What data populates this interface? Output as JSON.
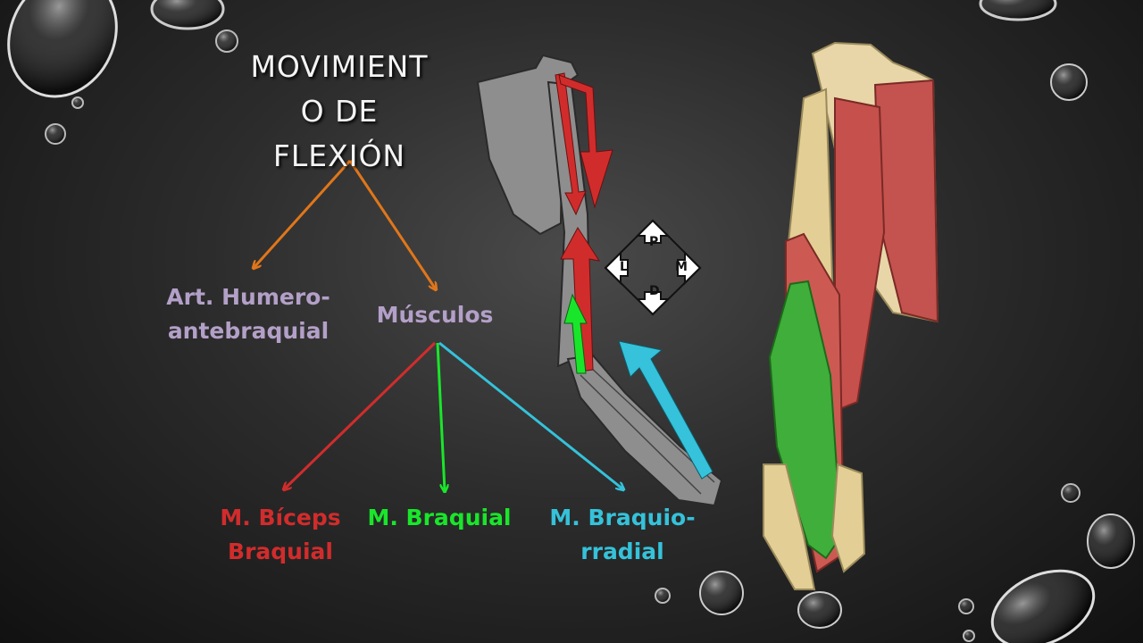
{
  "title": {
    "line1": "MOVIMIENT",
    "line2": "O  DE",
    "line3": "FLEXIÓN"
  },
  "branches": {
    "joint": {
      "line1": "Art. Humero-",
      "line2": "antebraquial",
      "color": "#b3a0c8"
    },
    "muscles": {
      "label": "Músculos",
      "color": "#b3a0c8"
    }
  },
  "muscles": [
    {
      "line1": "M. Bíceps",
      "line2": "Braquial",
      "color": "#d12c2c"
    },
    {
      "line1": "M. Braquial",
      "line2": "",
      "color": "#19e62a"
    },
    {
      "line1": "M. Braquio-",
      "line2": "rradial",
      "color": "#35c2da"
    }
  ],
  "compass": {
    "top": "P",
    "left": "L",
    "right": "M",
    "bottom": "D"
  },
  "colors": {
    "title_arrows": "#e0761a",
    "biceps": "#d12c2c",
    "braquial": "#19e62a",
    "braquiorradial": "#35c2da"
  },
  "icons": [
    "water-droplet-icon",
    "direction-compass-icon"
  ]
}
